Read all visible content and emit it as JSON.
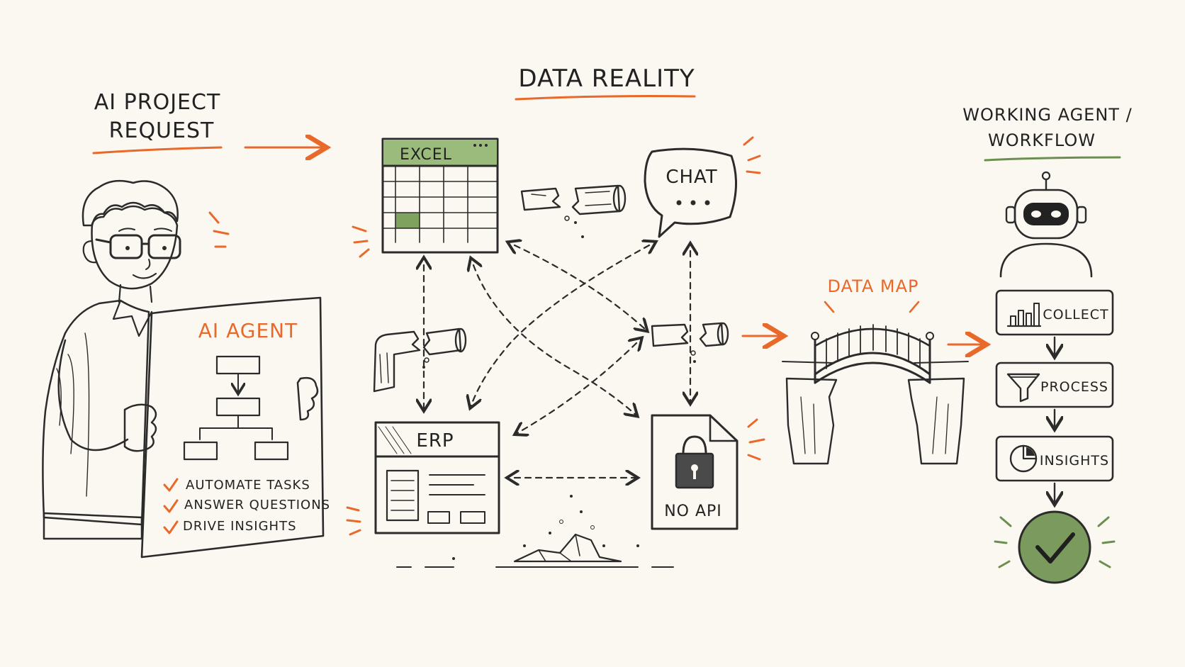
{
  "left": {
    "heading_line1": "AI PROJECT",
    "heading_line2": "REQUEST",
    "poster_title": "AI AGENT",
    "checklist": [
      "AUTOMATE TASKS",
      "ANSWER QUESTIONS",
      "DRIVE INSIGHTS"
    ]
  },
  "middle": {
    "heading": "DATA REALITY",
    "excel_label": "EXCEL",
    "chat_label": "CHAT",
    "erp_label": "ERP",
    "noapi_label": "NO API"
  },
  "bridge": {
    "label": "DATA MAP"
  },
  "right": {
    "heading_line1": "WORKING AGENT /",
    "heading_line2": "WORKFLOW",
    "steps": [
      "COLLECT",
      "PROCESS",
      "INSIGHTS"
    ]
  },
  "colors": {
    "background": "#fbf8f1",
    "accent_orange": "#e8692a",
    "accent_green": "#6b8f4e",
    "check_green": "#7a9a5e",
    "excel_green": "#9bbb7c",
    "ink": "#2b2b2b"
  },
  "icons": [
    "person-icon",
    "broken-pipe-icon",
    "lock-icon",
    "bridge-icon",
    "robot-icon",
    "bar-chart-icon",
    "funnel-icon",
    "pie-chart-icon",
    "check-icon",
    "chat-bubble-icon",
    "rubble-icon"
  ]
}
